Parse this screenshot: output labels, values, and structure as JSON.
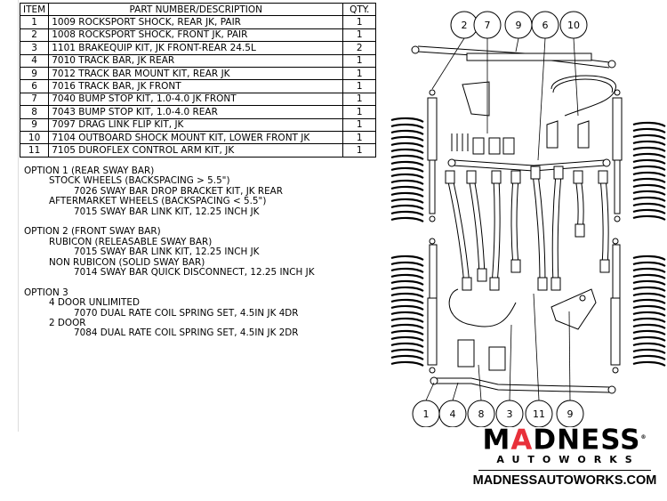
{
  "bom": {
    "headers": {
      "item": "ITEM",
      "description": "PART NUMBER/DESCRIPTION",
      "qty": "QTY."
    },
    "rows": [
      {
        "item": "1",
        "description": "1009 ROCKSPORT SHOCK, REAR JK, PAIR",
        "qty": "1"
      },
      {
        "item": "2",
        "description": "1008 ROCKSPORT SHOCK, FRONT JK, PAIR",
        "qty": "1"
      },
      {
        "item": "3",
        "description": "1101 BRAKEQUIP KIT, JK FRONT-REAR 24.5L",
        "qty": "2"
      },
      {
        "item": "4",
        "description": "7010 TRACK BAR, JK REAR",
        "qty": "1"
      },
      {
        "item": "9",
        "description": "7012 TRACK BAR MOUNT KIT, REAR JK",
        "qty": "1"
      },
      {
        "item": "6",
        "description": "7016 TRACK BAR, JK FRONT",
        "qty": "1"
      },
      {
        "item": "7",
        "description": "7040 BUMP STOP KIT, 1.0-4.0 JK FRONT",
        "qty": "1"
      },
      {
        "item": "8",
        "description": "7043 BUMP STOP KIT, 1.0-4.0 REAR",
        "qty": "1"
      },
      {
        "item": "9",
        "description": "7097 DRAG LINK FLIP KIT, JK",
        "qty": "1"
      },
      {
        "item": "10",
        "description": "7104 OUTBOARD SHOCK MOUNT KIT, LOWER FRONT JK",
        "qty": "1"
      },
      {
        "item": "11",
        "description": "7105 DUROFLEX CONTROL ARM KIT, JK",
        "qty": "1"
      }
    ]
  },
  "options": [
    {
      "title": "OPTION 1 (REAR SWAY BAR)",
      "groups": [
        {
          "label": "STOCK WHEELS (BACKSPACING > 5.5\")",
          "part": "7026 SWAY BAR DROP BRACKET KIT, JK REAR"
        },
        {
          "label": "AFTERMARKET WHEELS (BACKSPACING < 5.5\")",
          "part": "7015 SWAY BAR LINK KIT, 12.25 INCH JK"
        }
      ]
    },
    {
      "title": "OPTION 2 (FRONT SWAY BAR)",
      "groups": [
        {
          "label": "RUBICON (RELEASABLE SWAY BAR)",
          "part": "7015 SWAY BAR LINK KIT, 12.25 INCH JK"
        },
        {
          "label": "NON RUBICON  (SOLID SWAY BAR)",
          "part": "7014 SWAY BAR QUICK DISCONNECT, 12.25 INCH JK"
        }
      ]
    },
    {
      "title": "OPTION 3",
      "groups": [
        {
          "label": "4 DOOR UNLIMITED",
          "part": "7070 DUAL RATE COIL SPRING SET, 4.5IN JK 4DR"
        },
        {
          "label": "2 DOOR",
          "part": "7084 DUAL RATE COIL SPRING SET, 4.5IN JK 2DR"
        }
      ]
    }
  ],
  "diagram": {
    "callouts_top": [
      "2",
      "7",
      "9",
      "6",
      "10"
    ],
    "callouts_bottom": [
      "1",
      "4",
      "8",
      "3",
      "11",
      "9"
    ]
  },
  "logo": {
    "brand_part1": "M",
    "brand_accent": "A",
    "brand_part2": "DNESS",
    "registered": "®",
    "sub": "AUTOWORKS",
    "url": "MADNESSAUTOWORKS.COM",
    "accent_color": "#e8303a"
  }
}
